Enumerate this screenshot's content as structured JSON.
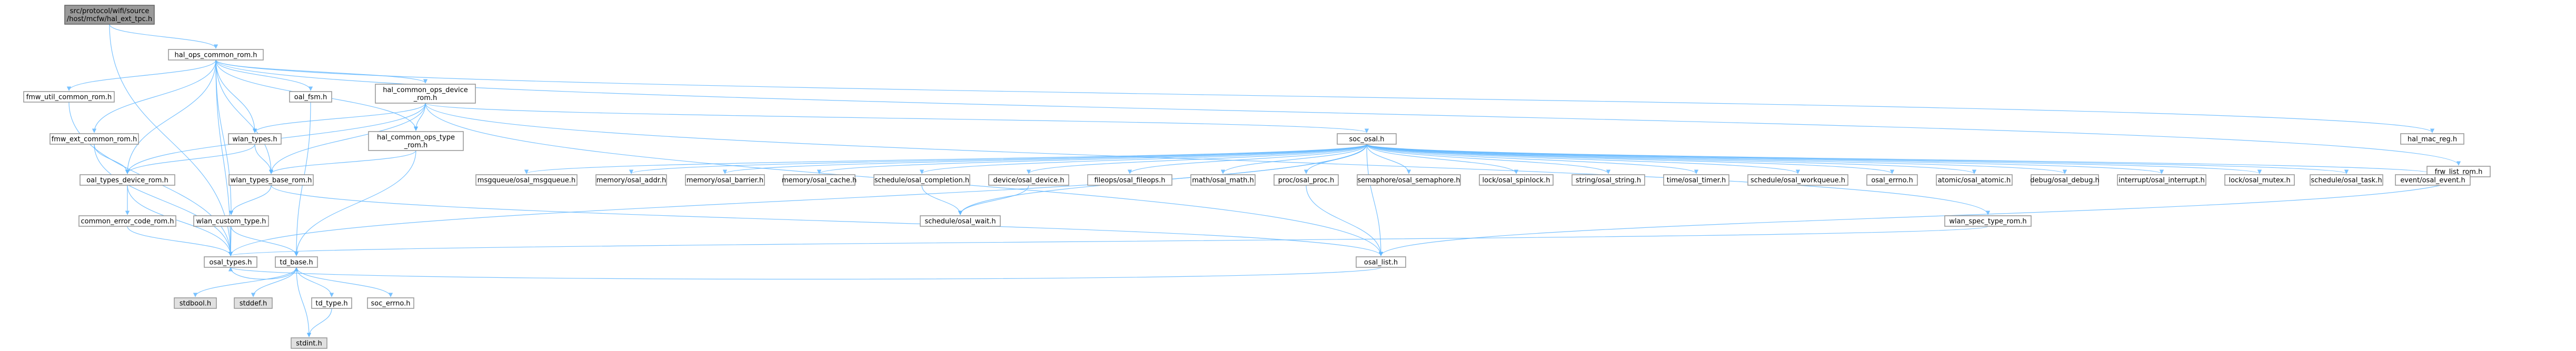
{
  "graph": {
    "nodes": [
      {
        "id": "root",
        "label": [
          "src/protocol/wifi/source",
          "/host/mcfw/hal_ext_tpc.h"
        ],
        "style": "root"
      },
      {
        "id": "hal_ops",
        "label": [
          "hal_ops_common_rom.h"
        ]
      },
      {
        "id": "fmw_util",
        "label": [
          "fmw_util_common_rom.h"
        ]
      },
      {
        "id": "oal_fsm",
        "label": [
          "oal_fsm.h"
        ]
      },
      {
        "id": "hal_dev",
        "label": [
          "hal_common_ops_device",
          "_rom.h"
        ]
      },
      {
        "id": "hal_mac",
        "label": [
          "hal_mac_reg.h"
        ]
      },
      {
        "id": "fmw_ext",
        "label": [
          "fmw_ext_common_rom.h"
        ]
      },
      {
        "id": "wlan_types",
        "label": [
          "wlan_types.h"
        ]
      },
      {
        "id": "hal_type",
        "label": [
          "hal_common_ops_type",
          "_rom.h"
        ]
      },
      {
        "id": "osal",
        "label": [
          "soc_osal.h"
        ]
      },
      {
        "id": "fmw_list",
        "label": [
          "frw_list_rom.h"
        ]
      },
      {
        "id": "oal_dev",
        "label": [
          "oal_types_device_rom.h"
        ]
      },
      {
        "id": "wlan_base",
        "label": [
          "wlan_types_base_rom.h"
        ]
      },
      {
        "id": "o_msgq",
        "label": [
          "msgqueue/osal_msgqueue.h"
        ]
      },
      {
        "id": "o_addr",
        "label": [
          "memory/osal_addr.h"
        ]
      },
      {
        "id": "o_barrier",
        "label": [
          "memory/osal_barrier.h"
        ]
      },
      {
        "id": "o_cache",
        "label": [
          "memory/osal_cache.h"
        ]
      },
      {
        "id": "o_compl",
        "label": [
          "schedule/osal_completion.h"
        ]
      },
      {
        "id": "o_device",
        "label": [
          "device/osal_device.h"
        ]
      },
      {
        "id": "o_fileops",
        "label": [
          "fileops/osal_fileops.h"
        ]
      },
      {
        "id": "o_math",
        "label": [
          "math/osal_math.h"
        ]
      },
      {
        "id": "o_proc",
        "label": [
          "proc/osal_proc.h"
        ]
      },
      {
        "id": "o_sem",
        "label": [
          "semaphore/osal_semaphore.h"
        ]
      },
      {
        "id": "o_spin",
        "label": [
          "lock/osal_spinlock.h"
        ]
      },
      {
        "id": "o_string",
        "label": [
          "string/osal_string.h"
        ]
      },
      {
        "id": "o_timer",
        "label": [
          "time/osal_timer.h"
        ]
      },
      {
        "id": "o_workq",
        "label": [
          "schedule/osal_workqueue.h"
        ]
      },
      {
        "id": "o_errno",
        "label": [
          "osal_errno.h"
        ]
      },
      {
        "id": "o_atomic",
        "label": [
          "atomic/osal_atomic.h"
        ]
      },
      {
        "id": "o_debug",
        "label": [
          "debug/osal_debug.h"
        ]
      },
      {
        "id": "o_intr",
        "label": [
          "interrupt/osal_interrupt.h"
        ]
      },
      {
        "id": "o_mutex",
        "label": [
          "lock/osal_mutex.h"
        ]
      },
      {
        "id": "o_task",
        "label": [
          "schedule/osal_task.h"
        ]
      },
      {
        "id": "o_event",
        "label": [
          "event/osal_event.h"
        ]
      },
      {
        "id": "common_err",
        "label": [
          "common_error_code_rom.h"
        ]
      },
      {
        "id": "wlan_custom",
        "label": [
          "wlan_custom_type.h"
        ]
      },
      {
        "id": "o_wait",
        "label": [
          "schedule/osal_wait.h"
        ]
      },
      {
        "id": "osal_list",
        "label": [
          "osal_list.h"
        ]
      },
      {
        "id": "wlan_spec",
        "label": [
          "wlan_spec_type_rom.h"
        ]
      },
      {
        "id": "osal_types",
        "label": [
          "osal_types.h"
        ]
      },
      {
        "id": "td_base",
        "label": [
          "td_base.h"
        ]
      },
      {
        "id": "stdbool",
        "label": [
          "stdbool.h"
        ],
        "style": "grey"
      },
      {
        "id": "stddef",
        "label": [
          "stddef.h"
        ],
        "style": "grey"
      },
      {
        "id": "td_type",
        "label": [
          "td_type.h"
        ]
      },
      {
        "id": "soc_errno",
        "label": [
          "soc_errno.h"
        ]
      },
      {
        "id": "stdint",
        "label": [
          "stdint.h"
        ],
        "style": "grey"
      }
    ],
    "edges": [
      [
        "root",
        "hal_ops"
      ],
      [
        "root",
        "osal_types"
      ],
      [
        "hal_ops",
        "fmw_util"
      ],
      [
        "hal_ops",
        "oal_fsm"
      ],
      [
        "hal_ops",
        "hal_dev"
      ],
      [
        "hal_ops",
        "hal_mac"
      ],
      [
        "hal_ops",
        "fmw_ext"
      ],
      [
        "hal_ops",
        "wlan_types"
      ],
      [
        "hal_ops",
        "hal_type"
      ],
      [
        "hal_ops",
        "fmw_list"
      ],
      [
        "hal_ops",
        "oal_dev"
      ],
      [
        "hal_ops",
        "wlan_base"
      ],
      [
        "hal_ops",
        "osal_types"
      ],
      [
        "hal_ops",
        "wlan_custom"
      ],
      [
        "fmw_util",
        "osal_types"
      ],
      [
        "oal_fsm",
        "td_base"
      ],
      [
        "hal_dev",
        "osal"
      ],
      [
        "hal_dev",
        "wlan_types"
      ],
      [
        "hal_dev",
        "hal_type"
      ],
      [
        "hal_dev",
        "oal_dev"
      ],
      [
        "hal_dev",
        "wlan_base"
      ],
      [
        "hal_dev",
        "osal_list"
      ],
      [
        "hal_dev",
        "wlan_spec"
      ],
      [
        "fmw_ext",
        "oal_dev"
      ],
      [
        "fmw_ext",
        "osal_types"
      ],
      [
        "wlan_types",
        "oal_dev"
      ],
      [
        "wlan_types",
        "wlan_base"
      ],
      [
        "hal_type",
        "wlan_base"
      ],
      [
        "hal_type",
        "td_base"
      ],
      [
        "fmw_list",
        "osal_list"
      ],
      [
        "oal_dev",
        "common_err"
      ],
      [
        "oal_dev",
        "osal_types"
      ],
      [
        "wlan_base",
        "wlan_custom"
      ],
      [
        "wlan_base",
        "osal_list"
      ],
      [
        "osal",
        "o_msgq"
      ],
      [
        "osal",
        "o_addr"
      ],
      [
        "osal",
        "o_barrier"
      ],
      [
        "osal",
        "o_cache"
      ],
      [
        "osal",
        "o_compl"
      ],
      [
        "osal",
        "o_device"
      ],
      [
        "osal",
        "o_fileops"
      ],
      [
        "osal",
        "o_math"
      ],
      [
        "osal",
        "o_proc"
      ],
      [
        "osal",
        "o_sem"
      ],
      [
        "osal",
        "o_spin"
      ],
      [
        "osal",
        "o_string"
      ],
      [
        "osal",
        "o_timer"
      ],
      [
        "osal",
        "o_workq"
      ],
      [
        "osal",
        "o_errno"
      ],
      [
        "osal",
        "o_atomic"
      ],
      [
        "osal",
        "o_debug"
      ],
      [
        "osal",
        "o_intr"
      ],
      [
        "osal",
        "o_mutex"
      ],
      [
        "osal",
        "o_task"
      ],
      [
        "osal",
        "o_event"
      ],
      [
        "osal",
        "o_wait"
      ],
      [
        "osal",
        "osal_list"
      ],
      [
        "osal",
        "osal_types"
      ],
      [
        "o_compl",
        "o_wait"
      ],
      [
        "o_device",
        "o_wait"
      ],
      [
        "o_proc",
        "osal_list"
      ],
      [
        "common_err",
        "osal_types"
      ],
      [
        "wlan_custom",
        "osal_types"
      ],
      [
        "wlan_custom",
        "td_base"
      ],
      [
        "osal_list",
        "osal_types"
      ],
      [
        "wlan_spec",
        "osal_types"
      ],
      [
        "osal_types",
        "td_base"
      ],
      [
        "td_base",
        "stdbool"
      ],
      [
        "td_base",
        "stddef"
      ],
      [
        "td_base",
        "td_type"
      ],
      [
        "td_base",
        "soc_errno"
      ],
      [
        "td_base",
        "stdint"
      ],
      [
        "td_type",
        "stdint"
      ]
    ]
  }
}
